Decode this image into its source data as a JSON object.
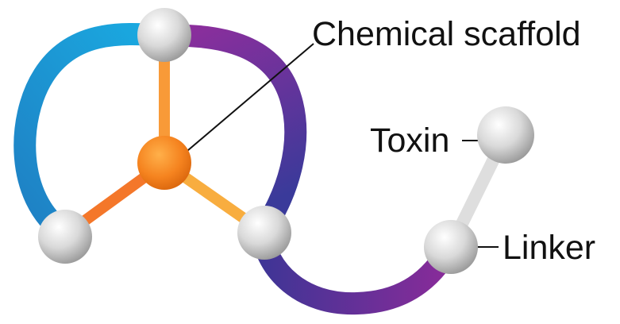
{
  "labels": {
    "scaffold": "Chemical scaffold",
    "toxin": "Toxin",
    "linker": "Linker"
  },
  "colors": {
    "background": "#ffffff",
    "loop_blue": "#1e86c7",
    "loop_cyan": "#1aa9e0",
    "loop_purple": "#8a2f9b",
    "loop_indigo": "#3f3596",
    "arms_orange": "#f7a53b",
    "center_node": "#f5831f",
    "node_gray": "#dcdcdc",
    "toxin_stem": "#dedede",
    "leader_line": "#111111"
  },
  "icons": {
    "nodes": "gray-sphere-icon",
    "center": "orange-sphere-icon"
  }
}
